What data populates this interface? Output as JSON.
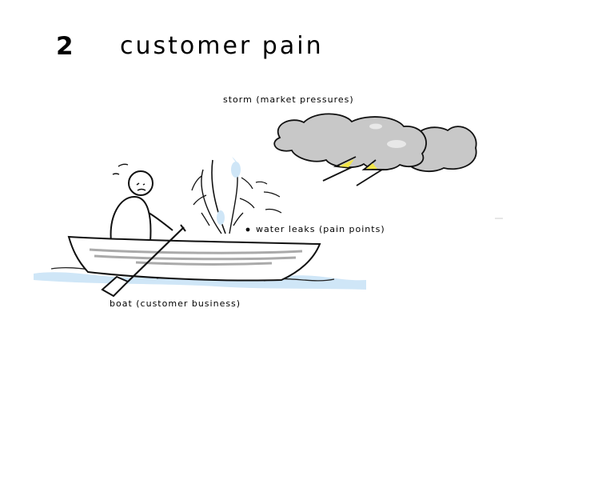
{
  "slide": {
    "number": "2",
    "title": "customer pain"
  },
  "illustration": {
    "labels": {
      "storm": "storm (market pressures)",
      "leaks": "water leaks (pain points)",
      "boat": "boat (customer business)"
    },
    "icons": [
      "person-icon",
      "boat-icon",
      "oar-icon",
      "water-fountain-icon",
      "storm-cloud-icon",
      "lightning-icon",
      "waves-icon"
    ],
    "colors": {
      "cloud": "#c8c8c8",
      "water": "#cfe6f7",
      "lightning": "#f2e64a"
    }
  }
}
